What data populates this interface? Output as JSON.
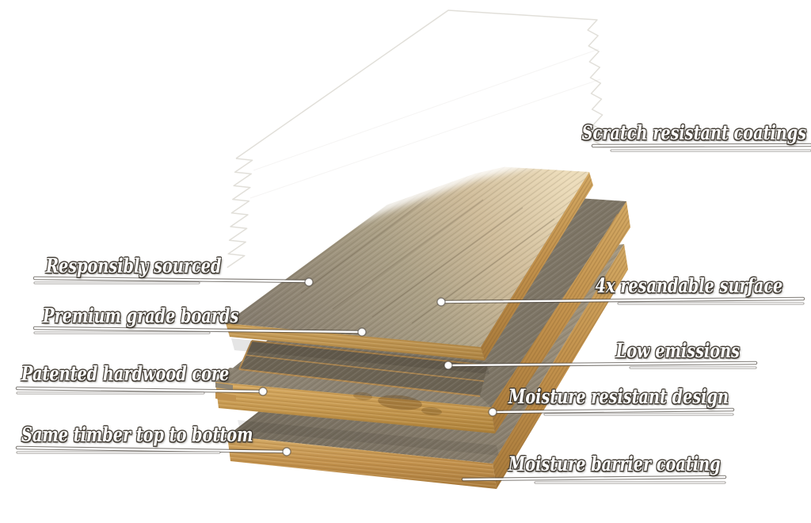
{
  "figure": {
    "background_color": "#ffffff",
    "kind": "exploded-layer-diagram"
  },
  "callouts": [
    {
      "id": "scratch-resistant-coatings",
      "label": "Scratch resistant coatings",
      "side": "right"
    },
    {
      "id": "responsibly-sourced",
      "label": "Responsibly sourced",
      "side": "left"
    },
    {
      "id": "premium-grade-boards",
      "label": "Premium grade boards",
      "side": "left"
    },
    {
      "id": "4x-resandable-surface",
      "label": "4x resandable surface",
      "side": "right"
    },
    {
      "id": "low-emissions",
      "label": "Low emissions",
      "side": "right"
    },
    {
      "id": "patented-hardwood-core",
      "label": "Patented hardwood core",
      "side": "left"
    },
    {
      "id": "moisture-resistant-design",
      "label": "Moisture resistant design",
      "side": "right"
    },
    {
      "id": "same-timber-top-to-bottom",
      "label": "Same timber top to bottom",
      "side": "left"
    },
    {
      "id": "moisture-barrier-coating",
      "label": "Moisture barrier coating",
      "side": "right"
    }
  ],
  "style": {
    "text_color": "#ffffff",
    "text_outline_color": "#3e3830",
    "leader_line_color": "#ffffff",
    "leader_line_shadow": "#4a443d",
    "anchor_dot_color": "#ffffff",
    "sheet_fill": "#ffffff",
    "sheet_edge": "#dedbd5",
    "wood_light": "#e8d6b4",
    "wood_gray": "#867d6f",
    "wood_tan_edge": "#c2914c",
    "core_dark": "#6b6354",
    "core_strip_line": "#b48a50"
  }
}
